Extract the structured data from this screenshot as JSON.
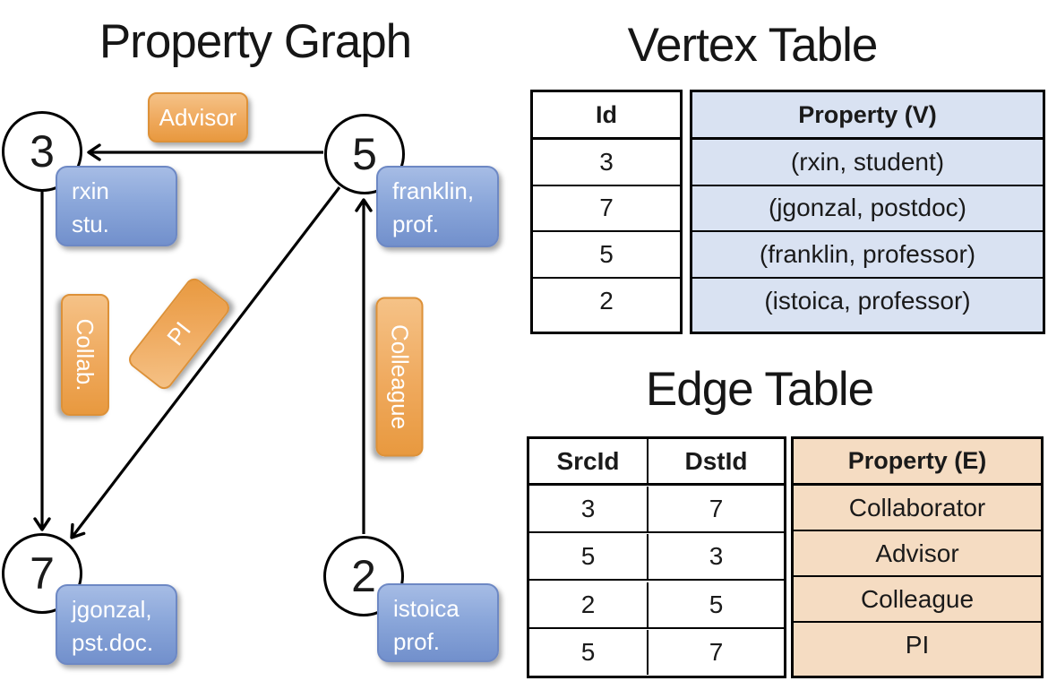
{
  "graph": {
    "title": "Property Graph",
    "nodes": {
      "n3": {
        "id": "3",
        "line1": "rxin",
        "line2": "stu."
      },
      "n5": {
        "id": "5",
        "line1": "franklin,",
        "line2": "prof."
      },
      "n7": {
        "id": "7",
        "line1": "jgonzal,",
        "line2": "pst.doc."
      },
      "n2": {
        "id": "2",
        "line1": "istoica",
        "line2": "prof."
      }
    },
    "edge_labels": {
      "advisor": "Advisor",
      "collab": "Collab.",
      "pi": "PI",
      "colleague": "Colleague"
    }
  },
  "vertex_table": {
    "title": "Vertex Table",
    "col_id": "Id",
    "col_prop": "Property (V)",
    "rows": [
      {
        "id": "3",
        "prop": "(rxin, student)"
      },
      {
        "id": "7",
        "prop": "(jgonzal, postdoc)"
      },
      {
        "id": "5",
        "prop": "(franklin, professor)"
      },
      {
        "id": "2",
        "prop": "(istoica, professor)"
      }
    ]
  },
  "edge_table": {
    "title": "Edge Table",
    "col_src": "SrcId",
    "col_dst": "DstId",
    "col_prop": "Property (E)",
    "rows": [
      {
        "src": "3",
        "dst": "7",
        "prop": "Collaborator"
      },
      {
        "src": "5",
        "dst": "3",
        "prop": "Advisor"
      },
      {
        "src": "2",
        "dst": "5",
        "prop": "Colleague"
      },
      {
        "src": "5",
        "dst": "7",
        "prop": "PI"
      }
    ]
  },
  "colors": {
    "edge_label_orange": "#EB9C42",
    "vertex_label_blue": "#7E9CD4",
    "vertex_prop_bg": "#D9E2F2",
    "edge_prop_bg": "#F5DCC2",
    "line_black": "#000000"
  }
}
